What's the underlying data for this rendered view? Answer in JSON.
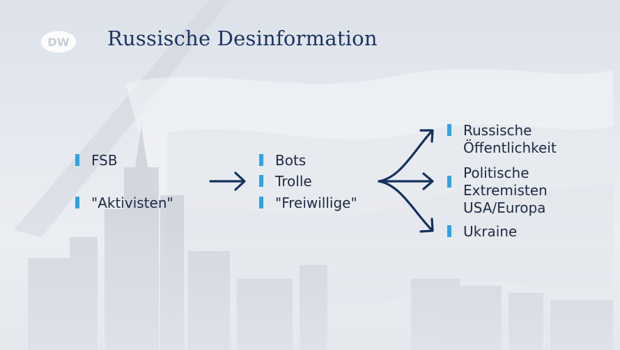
{
  "title": "Russische Desinformation",
  "logo_text": "DW",
  "colors": {
    "title": "#1c3462",
    "bullet": "#2fa3e6",
    "arrow": "#14305e",
    "text": "#1e2a44"
  },
  "col1": {
    "items": [
      "FSB",
      "\"Aktivisten\""
    ]
  },
  "col2": {
    "items": [
      "Bots",
      "Trolle",
      "\"Freiwillige\""
    ]
  },
  "col3": {
    "items": [
      {
        "lines": [
          "Russische",
          "Öffentlichkeit"
        ]
      },
      {
        "lines": [
          "Politische",
          "Extremisten",
          "USA/Europa"
        ]
      },
      {
        "lines": [
          "Ukraine"
        ]
      }
    ]
  }
}
